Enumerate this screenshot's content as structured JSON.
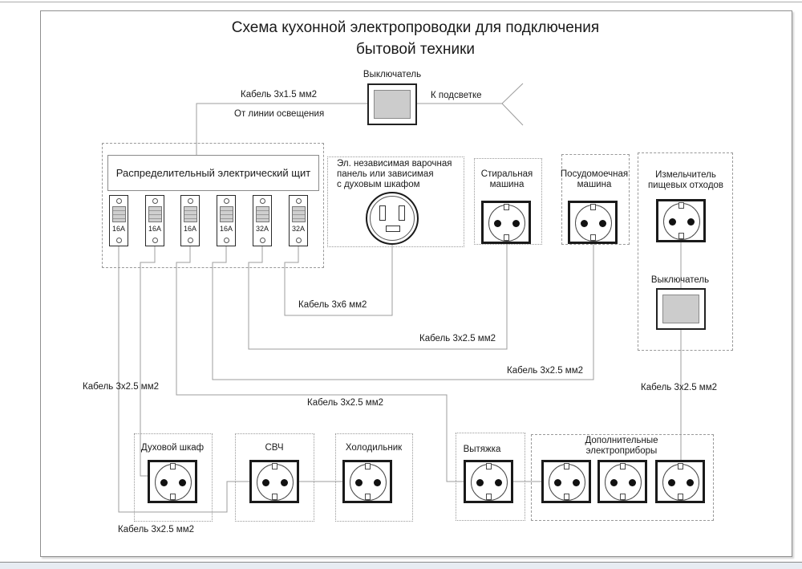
{
  "title": {
    "line1": "Схема кухонной электропроводки для подключения",
    "line2": "бытовой техники"
  },
  "lighting": {
    "switch_label": "Выключатель",
    "cable": "Кабель 3х1.5 мм2",
    "from": "От линии освещения",
    "to": "К подсветке"
  },
  "panel": {
    "title": "Распределительный электрический щит",
    "breakers": [
      "16А",
      "16А",
      "16А",
      "16А",
      "32А",
      "32А"
    ]
  },
  "appliances": {
    "stove": {
      "line1": "Эл. независимая варочная",
      "line2": "панель или зависимая",
      "line3": "с духовым шкафом"
    },
    "washer": {
      "line1": "Стиральная",
      "line2": "машина"
    },
    "dishwasher": {
      "line1": "Посудомоечная",
      "line2": "машина"
    },
    "grinder": {
      "line1": "Измельчитель",
      "line2": "пищевых отходов",
      "switch_label": "Выключатель"
    },
    "oven": {
      "label": "Духовой шкаф"
    },
    "microwave": {
      "label": "СВЧ"
    },
    "fridge": {
      "label": "Холодильник"
    },
    "hood": {
      "label": "Вытяжка"
    },
    "additional": {
      "line1": "Дополнительные",
      "line2": "электроприборы"
    }
  },
  "cables": {
    "to_stove": "Кабель 3х6 мм2",
    "to_washer": "Кабель 3х2.5 мм2",
    "to_dishwasher": "Кабель 3х2.5 мм2",
    "to_grinder": "Кабель 3х2.5 мм2",
    "left_pair": "Кабель 3х2.5 мм2",
    "to_hood": "Кабель 3х2.5 мм2",
    "bottom": "Кабель 3х2.5 мм2"
  },
  "colors": {
    "wire": "#9c9c9c",
    "box_dash": "#999999",
    "switch_fill": "#cccccc",
    "ink": "#1a1a1a"
  }
}
